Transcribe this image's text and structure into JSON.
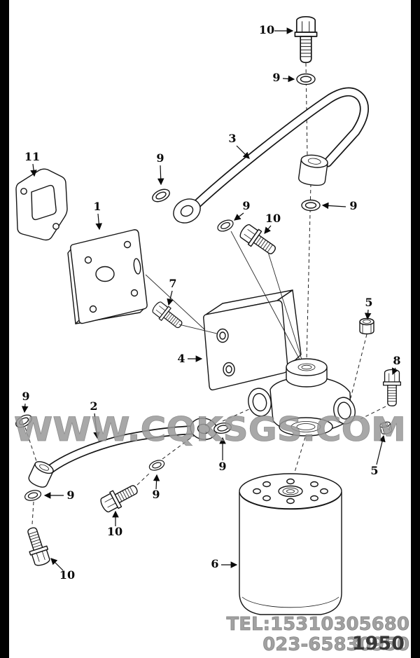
{
  "page": {
    "background": "#ffffff",
    "line_color": "#141414",
    "side_bar_color": "#000000"
  },
  "watermark": {
    "text": "WWW.CQKSGS.COM",
    "color": "#9a9a9a"
  },
  "footer": {
    "tel": "TEL:15310305680",
    "phone": "023-65830950",
    "page_number": "1950"
  },
  "diagram": {
    "type": "exploded-parts-diagram",
    "callouts": [
      {
        "label": "10"
      },
      {
        "label": "9"
      },
      {
        "label": "3"
      },
      {
        "label": "11"
      },
      {
        "label": "9"
      },
      {
        "label": "1"
      },
      {
        "label": "9"
      },
      {
        "label": "10"
      },
      {
        "label": "9"
      },
      {
        "label": "7"
      },
      {
        "label": "5"
      },
      {
        "label": "4"
      },
      {
        "label": "8"
      },
      {
        "label": "2"
      },
      {
        "label": "9"
      },
      {
        "label": "9"
      },
      {
        "label": "5"
      },
      {
        "label": "9"
      },
      {
        "label": "9"
      },
      {
        "label": "10"
      },
      {
        "label": "10"
      },
      {
        "label": "6"
      }
    ]
  }
}
